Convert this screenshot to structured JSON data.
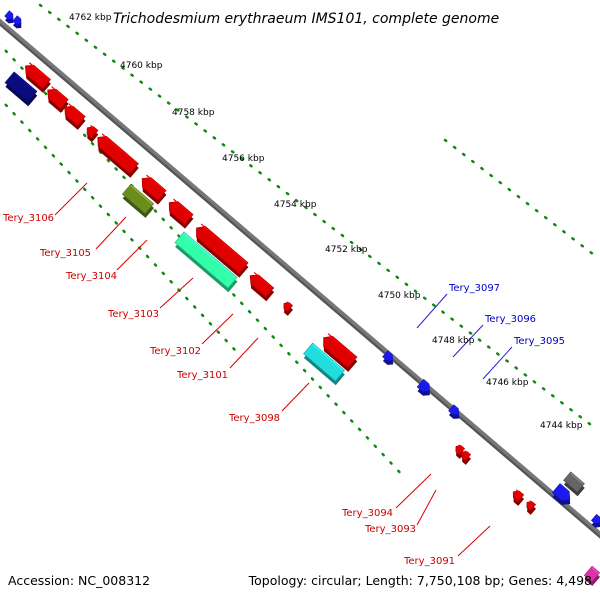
{
  "title": "Trichodesmium erythraeum IMS101, complete genome",
  "footer": {
    "accession": "Accession: NC_008312",
    "summary": "Topology: circular; Length: 7,750,108 bp; Genes: 4,498"
  },
  "colors": {
    "background": "#ffffff",
    "backbone": "#777777",
    "tick_line": "#118811",
    "label_reverse": "#cc0000",
    "label_forward": "#0000cc",
    "leader_reverse": "#dd0000",
    "leader_forward": "#2222dd"
  },
  "scale": {
    "ticks": [
      "4762 kbp",
      "4760 kbp",
      "4758 kbp",
      "4756 kbp",
      "4754 kbp",
      "4752 kbp",
      "4750 kbp",
      "4748 kbp",
      "4746 kbp",
      "4744 kbp"
    ]
  },
  "labels": {
    "reverse": [
      "Tery_3106",
      "Tery_3105",
      "Tery_3104",
      "Tery_3103",
      "Tery_3102",
      "Tery_3101",
      "Tery_3098",
      "Tery_3094",
      "Tery_3093",
      "Tery_3091"
    ],
    "forward": [
      "Tery_3097",
      "Tery_3096",
      "Tery_3095"
    ]
  },
  "features": {
    "reverse_genes": [
      {
        "color": "#e00000"
      },
      {
        "color": "#e00000"
      },
      {
        "color": "#e00000"
      },
      {
        "color": "#e00000"
      },
      {
        "color": "#e00000"
      },
      {
        "color": "#e00000"
      },
      {
        "color": "#e00000"
      },
      {
        "color": "#e00000"
      },
      {
        "color": "#e00000"
      },
      {
        "color": "#e00000"
      },
      {
        "color": "#e00000"
      },
      {
        "color": "#e00000"
      },
      {
        "color": "#e00000"
      },
      {
        "color": "#e00000"
      },
      {
        "color": "#e00000"
      }
    ],
    "forward_genes": [
      {
        "color": "#1a1aee"
      },
      {
        "color": "#1a1aee"
      },
      {
        "color": "#1a1aee"
      },
      {
        "color": "#1a1aee"
      },
      {
        "color": "#1a1aee"
      }
    ],
    "other_features": [
      {
        "color": "#0b0b80"
      },
      {
        "color": "#6b8c1e"
      },
      {
        "color": "#33ffaa"
      },
      {
        "color": "#22dddd"
      },
      {
        "color": "#666666"
      },
      {
        "color": "#dd33aa"
      }
    ]
  }
}
